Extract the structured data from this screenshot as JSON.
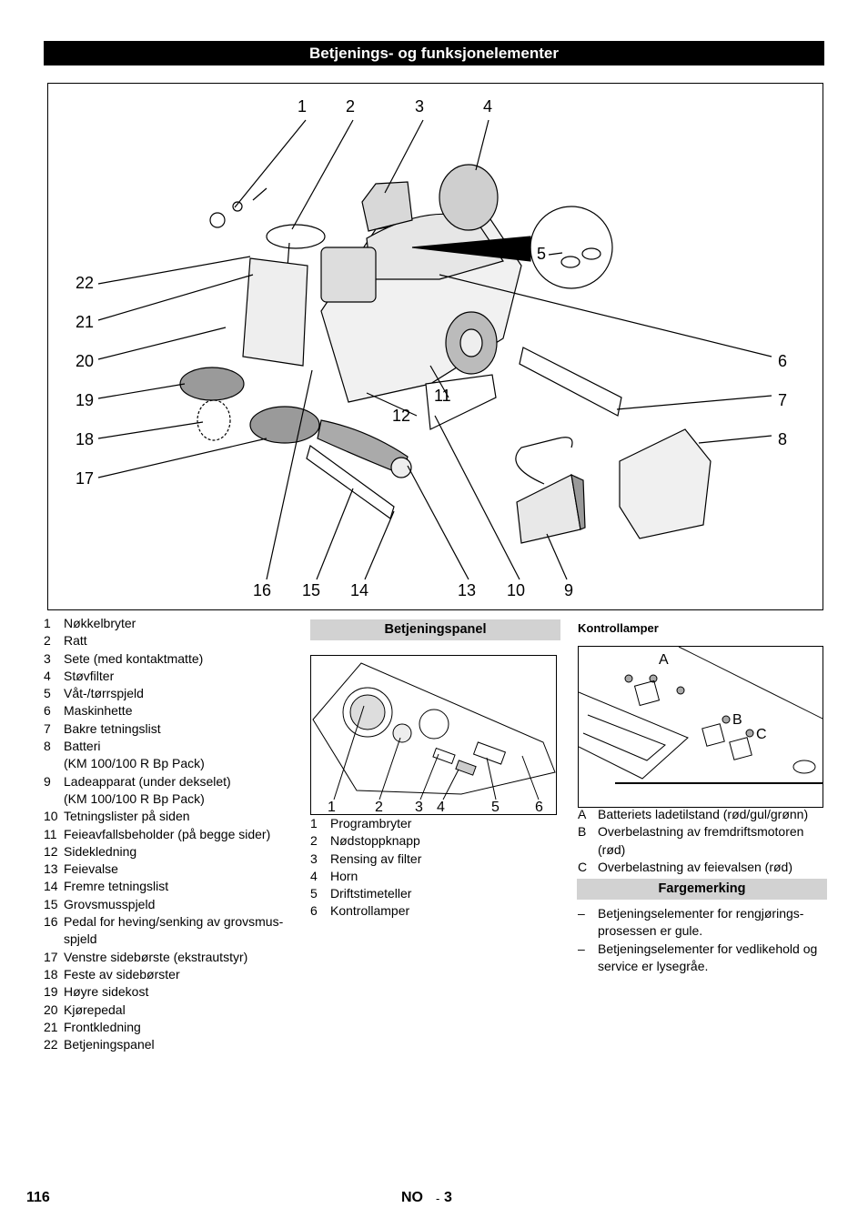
{
  "header": {
    "title": "Betjenings- og funksjonelementer"
  },
  "figure": {
    "callouts_top": [
      "1",
      "2",
      "3",
      "4"
    ],
    "callout_left": [
      "22",
      "21",
      "20",
      "19",
      "18",
      "17"
    ],
    "callout_right": [
      "6",
      "7",
      "8"
    ],
    "callout_bottom": [
      "16",
      "15",
      "14",
      "13",
      "10",
      "9"
    ],
    "callout_inner": {
      "c5": "5",
      "c11": "11",
      "c12": "12"
    }
  },
  "main_list": [
    {
      "n": "1",
      "t": "Nøkkelbryter"
    },
    {
      "n": "2",
      "t": "Ratt"
    },
    {
      "n": "3",
      "t": "Sete (med kontaktmatte)"
    },
    {
      "n": "4",
      "t": "Støvfilter"
    },
    {
      "n": "5",
      "t": "Våt-/tørrspjeld"
    },
    {
      "n": "6",
      "t": "Maskinhette"
    },
    {
      "n": "7",
      "t": "Bakre tetningslist"
    },
    {
      "n": "8",
      "t": "Batteri"
    },
    {
      "n": "",
      "t": "(KM 100/100 R Bp Pack)"
    },
    {
      "n": "9",
      "t": "Ladeapparat (under dekselet)"
    },
    {
      "n": "",
      "t": "(KM 100/100 R Bp Pack)"
    },
    {
      "n": "10",
      "t": "Tetningslister på siden"
    },
    {
      "n": "11",
      "t": "Feieavfallsbeholder (på begge sider)"
    },
    {
      "n": "12",
      "t": "Sidekledning"
    },
    {
      "n": "13",
      "t": "Feievalse"
    },
    {
      "n": "14",
      "t": "Fremre tetningslist"
    },
    {
      "n": "15",
      "t": "Grovsmusspjeld"
    },
    {
      "n": "16",
      "t": "Pedal for heving/senking av grovsmus-"
    },
    {
      "n": "",
      "t": "spjeld"
    },
    {
      "n": "17",
      "t": "Venstre sidebørste (ekstrautstyr)"
    },
    {
      "n": "18",
      "t": "Feste av sidebørster"
    },
    {
      "n": "19",
      "t": "Høyre sidekost"
    },
    {
      "n": "20",
      "t": "Kjørepedal"
    },
    {
      "n": "21",
      "t": "Frontkledning"
    },
    {
      "n": "22",
      "t": "Betjeningspanel"
    }
  ],
  "panel_section": {
    "title": "Betjeningspanel",
    "callouts": [
      "1",
      "2",
      "3",
      "4",
      "5",
      "6"
    ],
    "items": [
      {
        "n": "1",
        "t": "Programbryter"
      },
      {
        "n": "2",
        "t": "Nødstoppknapp"
      },
      {
        "n": "3",
        "t": "Rensing av filter"
      },
      {
        "n": "4",
        "t": "Horn"
      },
      {
        "n": "5",
        "t": "Driftstimeteller"
      },
      {
        "n": "6",
        "t": "Kontrollamper"
      }
    ]
  },
  "lamps_section": {
    "title": "Kontrollamper",
    "callouts": {
      "a": "A",
      "b": "B",
      "c": "C"
    },
    "items": [
      {
        "n": "A",
        "t": "Batteriets ladetilstand (rød/gul/grønn)"
      },
      {
        "n": "B",
        "t": "Overbelastning av fremdriftsmotoren"
      },
      {
        "n": "",
        "t": "(rød)"
      },
      {
        "n": "C",
        "t": "Overbelastning av feievalsen (rød)"
      }
    ]
  },
  "color_section": {
    "title": "Fargemerking",
    "items": [
      {
        "n": "–",
        "t": "Betjeningselementer for rengjørings-"
      },
      {
        "n": "",
        "t": "prosessen er gule."
      },
      {
        "n": "–",
        "t": "Betjeningselementer for vedlikehold og"
      },
      {
        "n": "",
        "t": "service er lysegråe."
      }
    ]
  },
  "footer": {
    "page": "116",
    "lang": "NO",
    "sep": "-",
    "sub": "3"
  }
}
